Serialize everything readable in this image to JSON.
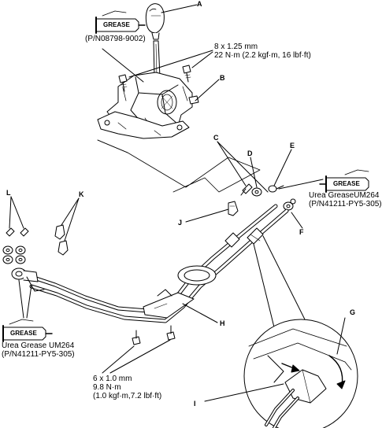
{
  "callouts": [
    "A",
    "B",
    "C",
    "D",
    "E",
    "F",
    "G",
    "H",
    "I",
    "J",
    "K",
    "L"
  ],
  "grease_tag": "GREASE",
  "text": {
    "pn_top": "(P/N08798-9002)",
    "torque_top_1": "8 x 1.25 mm",
    "torque_top_2": "22 N·m (2.2 kgf·m, 16 lbf·ft)",
    "urea_right_1": "Urea GreaseUM264",
    "urea_right_2": "(P/N41211-PY5-305)",
    "urea_left_1": "Urea Grease UM264",
    "urea_left_2": "(P/N41211-PY5-305)",
    "torque_bottom_1": "6 x 1.0 mm",
    "torque_bottom_2": "9.8 N·m",
    "torque_bottom_3": "(1.0 kgf·m,7.2 lbf·ft)"
  }
}
